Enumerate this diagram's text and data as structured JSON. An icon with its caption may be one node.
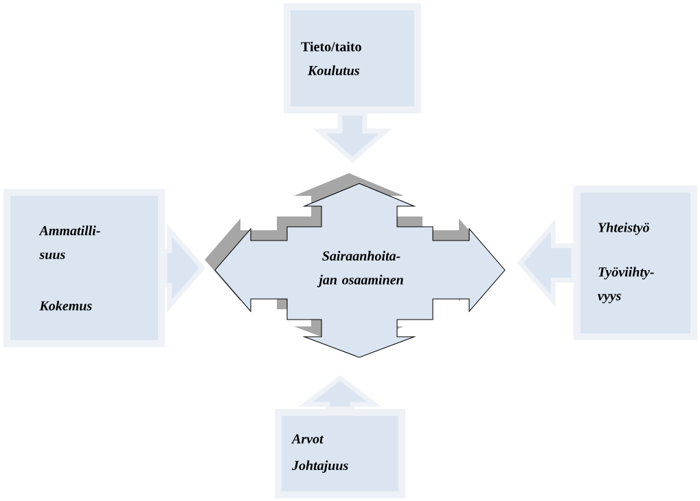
{
  "diagram": {
    "nodes": [
      {
        "text": [
          "Tieto/taito",
          "Koulutus"
        ]
      },
      {
        "text": [
          "Ammatilli- suus",
          "Kokemus"
        ]
      },
      {
        "text": [
          "Sairaanhoita- jan osaaminen"
        ]
      },
      {
        "text": [
          "Yhteistyö",
          "Työviihty- vyys"
        ]
      },
      {
        "text": [
          "Arvot",
          "Johtajuus"
        ]
      }
    ],
    "edges": [
      {
        "from": 0,
        "to": 2,
        "arrow": "to"
      },
      {
        "from": 1,
        "to": 2,
        "arrow": "to"
      },
      {
        "from": 3,
        "to": 2,
        "arrow": "to"
      },
      {
        "from": 4,
        "to": 2,
        "arrow": "to"
      }
    ]
  }
}
